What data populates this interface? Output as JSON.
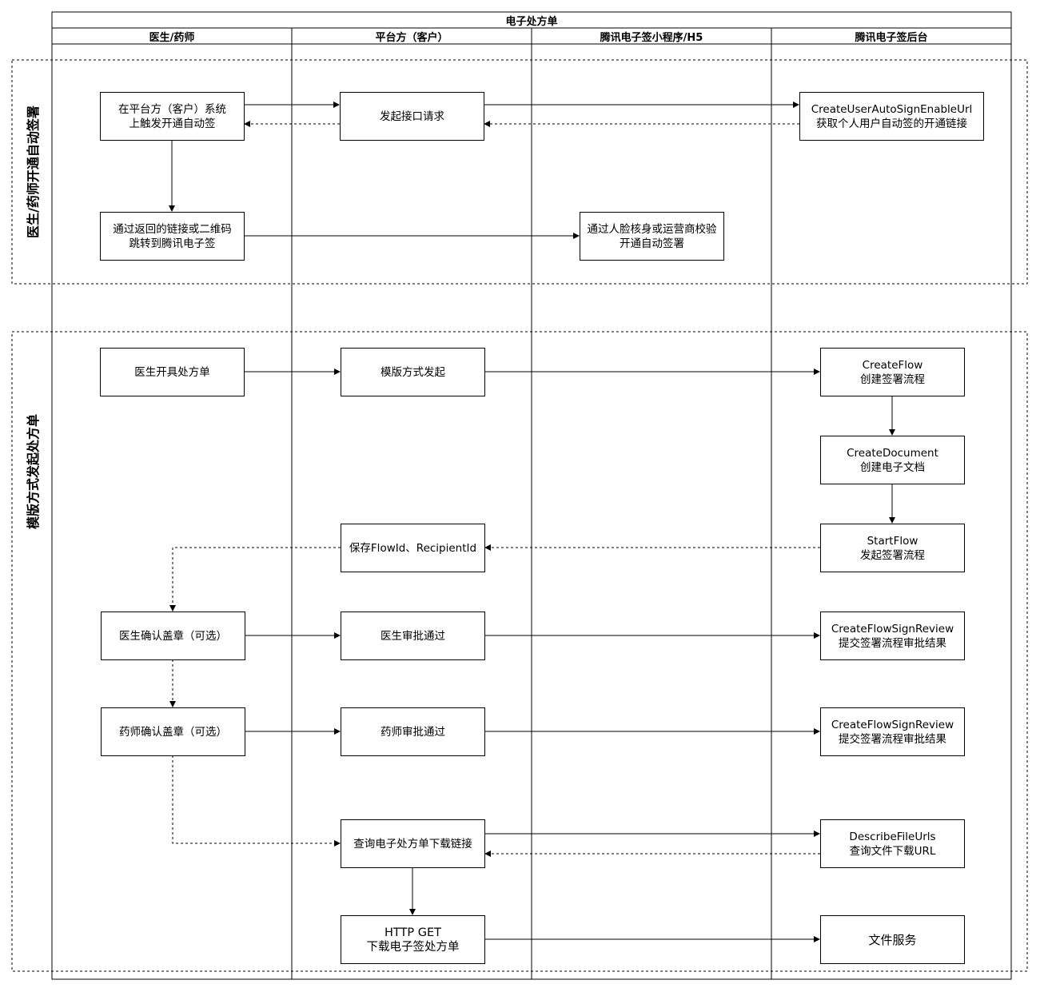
{
  "title": "电子处方单",
  "lanes": [
    "医生/药师",
    "平台方（客户）",
    "腾讯电子签小程序/H5",
    "腾讯电子签后台"
  ],
  "groups": [
    "医生/药师开通自动签署",
    "模版方式发起处方单"
  ],
  "nodes": {
    "n1": "在平台方（客户）系统\n上触发开通自动签",
    "n2": "发起接口请求",
    "n3": "CreateUserAutoSignEnableUrl\n获取个人用户自动签的开通链接",
    "n4": "通过返回的链接或二维码\n跳转到腾讯电子签",
    "n5": "通过人脸核身或运营商校验\n开通自动签署",
    "n6": "医生开具处方单",
    "n7": "模版方式发起",
    "n8": "CreateFlow\n创建签署流程",
    "n9": "CreateDocument\n创建电子文档",
    "n10": "保存FlowId、RecipientId",
    "n11": "StartFlow\n发起签署流程",
    "n12": "医生确认盖章（可选）",
    "n13": "医生审批通过",
    "n14": "CreateFlowSignReview\n提交签署流程审批结果",
    "n15": "药师确认盖章（可选）",
    "n16": "药师审批通过",
    "n17": "CreateFlowSignReview\n提交签署流程审批结果",
    "n18": "查询电子处方单下载链接",
    "n19": "DescribeFileUrls\n查询文件下载URL",
    "n20": "HTTP GET\n下载电子签处方单",
    "n21": "文件服务"
  }
}
